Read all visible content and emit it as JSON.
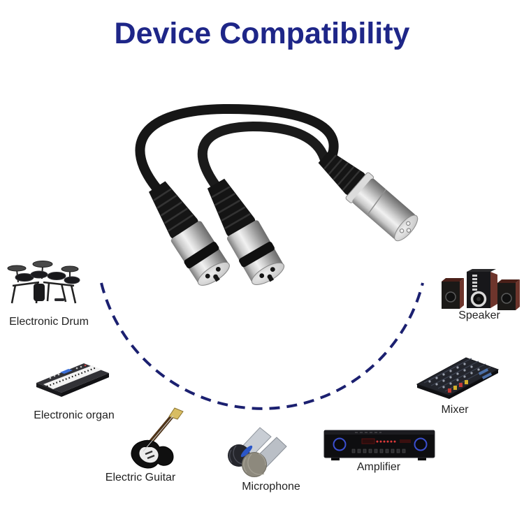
{
  "title": {
    "text": "Device Compatibility"
  },
  "style": {
    "title_color": "#1e2688",
    "dash_circle_color": "#1b2070",
    "label_color": "#222222",
    "background": "#ffffff"
  },
  "product": {
    "image": "xlr-y-splitter-cable-photo",
    "parts": [
      "female-xlr-connector-left",
      "female-xlr-connector-right",
      "male-xlr-connector",
      "black-cable"
    ]
  },
  "devices": [
    {
      "icon": "electronic-drum-image",
      "label": "Electronic Drum"
    },
    {
      "icon": "speaker-image",
      "label": "Speaker"
    },
    {
      "icon": "electronic-organ-image",
      "label": "Electronic organ"
    },
    {
      "icon": "mixer-image",
      "label": "Mixer"
    },
    {
      "icon": "electric-guitar-image",
      "label": "Electric Guitar"
    },
    {
      "icon": "microphone-image",
      "label": "Microphone"
    },
    {
      "icon": "amplifier-image",
      "label": "Amplifier"
    }
  ]
}
